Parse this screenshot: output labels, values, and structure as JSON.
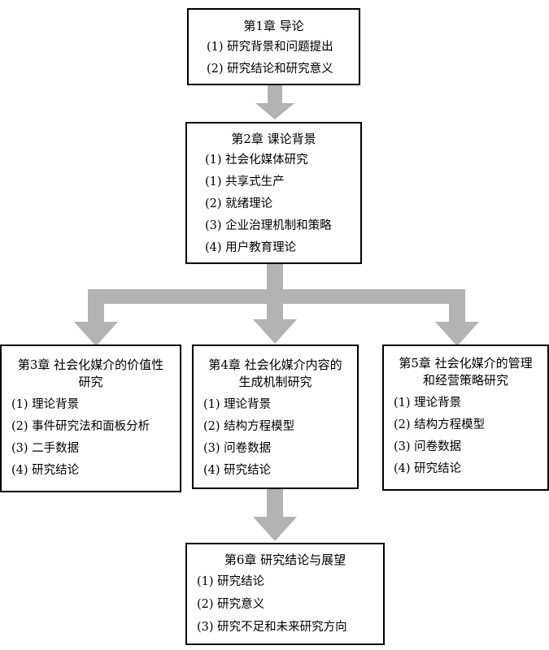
{
  "chapters": [
    {
      "title": [
        "第1章  导论"
      ],
      "items": [
        "(1)  研究背景和问题提出",
        "(2)  研究结论和研究意义"
      ]
    },
    {
      "title": [
        "第2章  课论背景"
      ],
      "items": [
        "(1)  社会化媒体研究",
        "(1)  共享式生产",
        "(2)  就绪理论",
        "(3)  企业治理机制和策略",
        "(4)  用户教育理论"
      ]
    },
    {
      "title": [
        "第3章  社会化媒介的价值性",
        "研究"
      ],
      "items": [
        "(1)  理论背景",
        "(2)  事件研究法和面板分析",
        "(3)  二手数据",
        "(4)  研究结论"
      ]
    },
    {
      "title": [
        "第4章  社会化媒介内容的",
        "生成机制研究"
      ],
      "items": [
        "(1)  理论背景",
        "(2)  结构方程模型",
        "(3)  问卷数据",
        "(4)  研究结论"
      ]
    },
    {
      "title": [
        "第5章  社会化媒介的管理",
        "和经营策略研究"
      ],
      "items": [
        "(1)  理论背景",
        "(2)  结构方程模型",
        "(3)  问卷数据",
        "(4)  研究结论"
      ]
    },
    {
      "title": [
        "第6章  研究结论与展望"
      ],
      "items": [
        "(1)  研究结论",
        "(2)  研究意义",
        "(3)  研究不足和未来研究方向"
      ]
    }
  ],
  "colors": {
    "arrow": "#b3b3b3",
    "border": "#000000"
  }
}
